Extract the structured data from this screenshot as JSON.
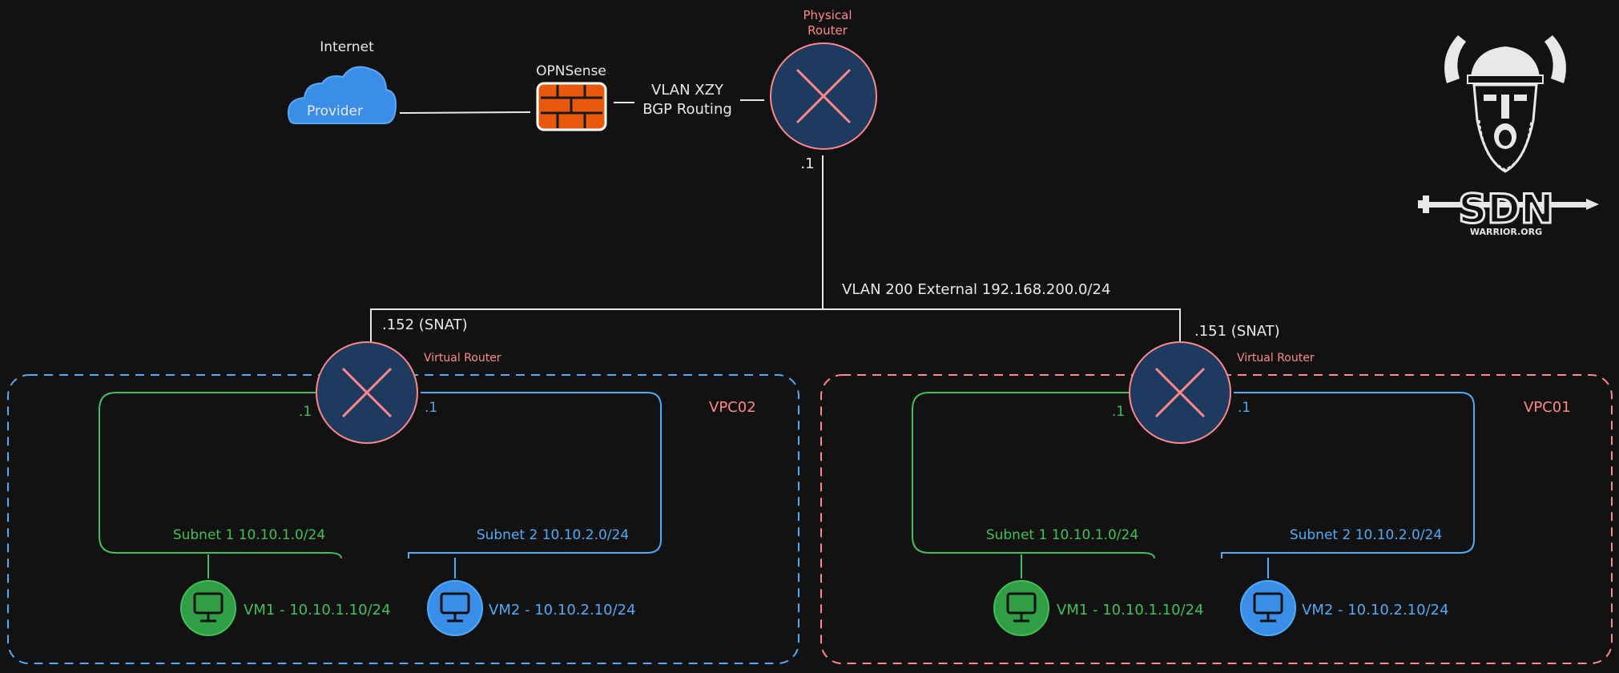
{
  "labels": {
    "internet": "Internet",
    "provider": "Provider",
    "opnsense": "OPNSense",
    "vlan_xzy": "VLAN XZY",
    "bgp_routing": "BGP Routing",
    "physical_router_line1": "Physical",
    "physical_router_line2": "Router",
    "physical_router_ip": ".1",
    "external_vlan": "VLAN 200 External 192.168.200.0/24"
  },
  "vpcs": [
    {
      "name": "VPC02",
      "router_label": "Virtual Router",
      "snat_ip": ".152 (SNAT)",
      "subnet1_ip": ".1",
      "subnet2_ip": ".1",
      "subnet1_label": "Subnet 1 10.10.1.0/24",
      "subnet2_label": "Subnet 2 10.10.2.0/24",
      "vm1_label": "VM1 - 10.10.1.10/24",
      "vm2_label": "VM2 - 10.10.2.10/24"
    },
    {
      "name": "VPC01",
      "router_label": "Virtual Router",
      "snat_ip": ".151 (SNAT)",
      "subnet1_ip": ".1",
      "subnet2_ip": ".1",
      "subnet1_label": "Subnet 1 10.10.1.0/24",
      "subnet2_label": "Subnet 2 10.10.2.0/24",
      "vm1_label": "VM1 - 10.10.1.10/24",
      "vm2_label": "VM2 - 10.10.2.10/24"
    }
  ],
  "logo": {
    "text": "SDN",
    "subtext": "WARRIOR.ORG"
  },
  "colors": {
    "background": "#121212",
    "router_fill": "#1e3a5f",
    "router_stroke": "#ff8787",
    "vpc02_border": "#4dabf7",
    "vpc01_border": "#ff8787",
    "subnet1": "#40c057",
    "subnet2": "#4dabf7",
    "cloud": "#3b8ee8",
    "firewall": "#e8590c",
    "link": "#e8e8e8",
    "vm1_fill": "#2f9e44",
    "vm2_fill": "#3b8ee8"
  },
  "icons": [
    "cloud-icon",
    "firewall-icon",
    "router-icon",
    "monitor-icon",
    "viking-logo-icon"
  ]
}
